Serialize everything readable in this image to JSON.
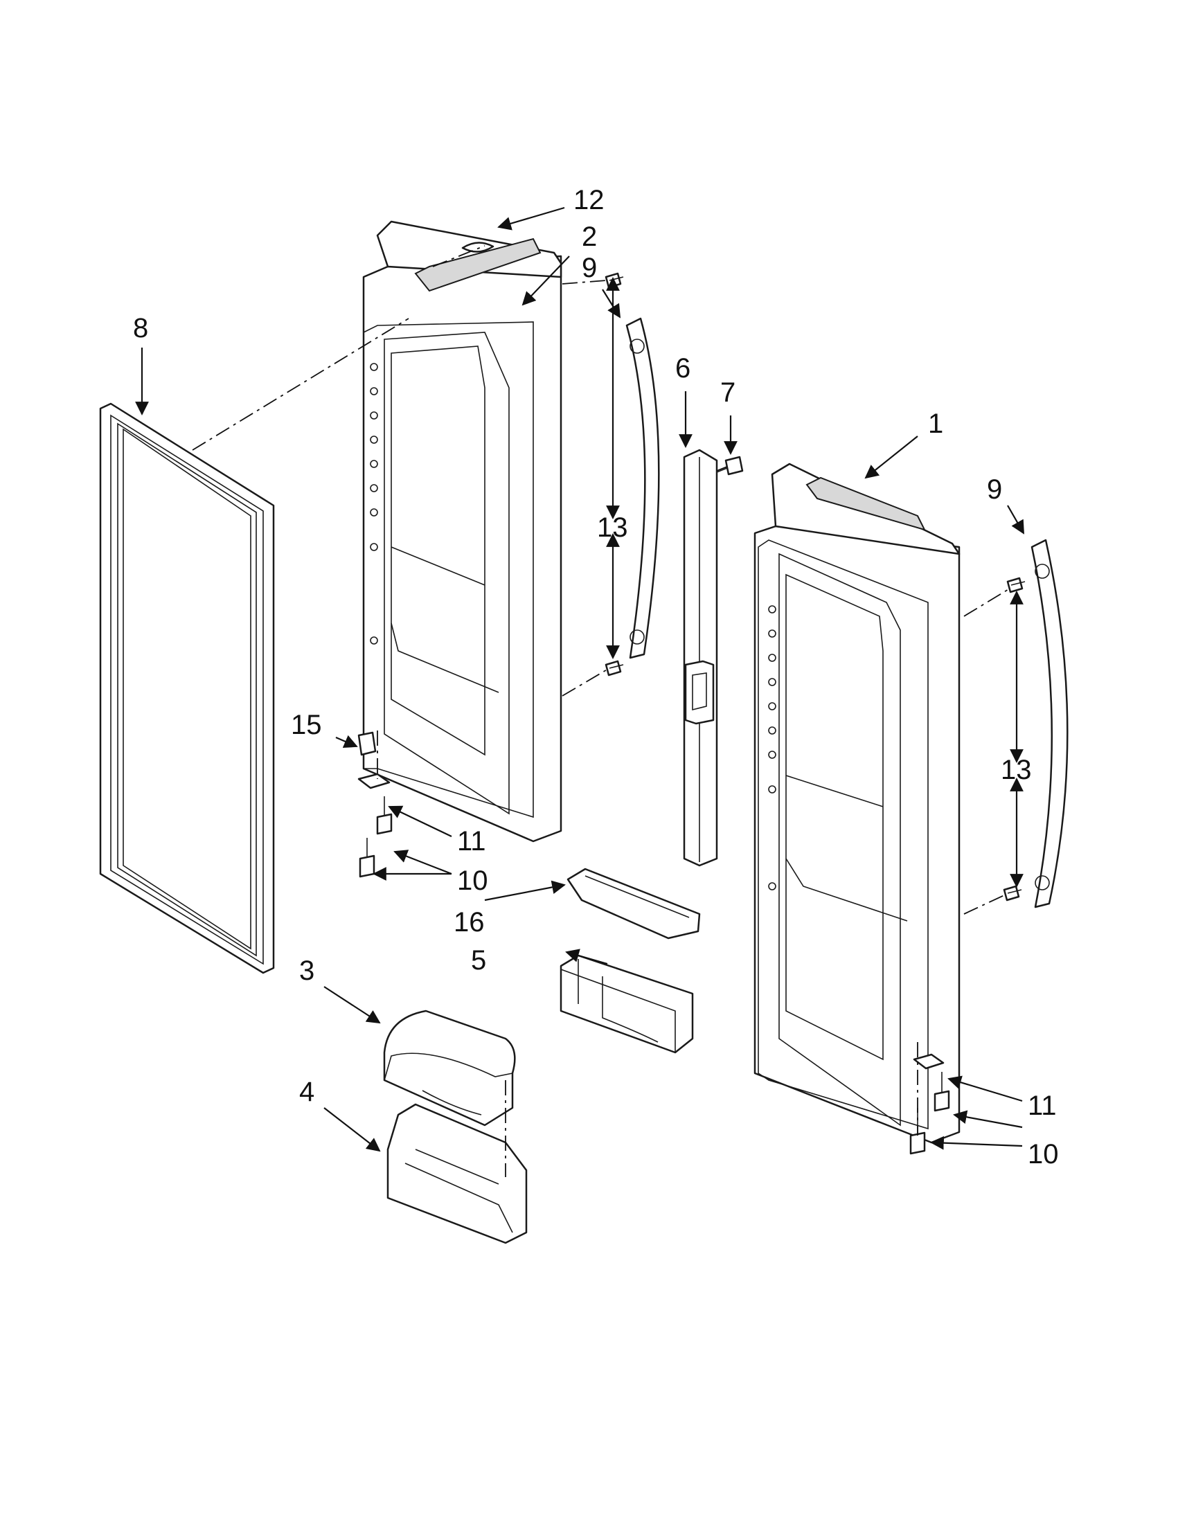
{
  "diagram": {
    "callouts": {
      "c1": "1",
      "c2": "2",
      "c3": "3",
      "c4": "4",
      "c5": "5",
      "c6": "6",
      "c7": "7",
      "c8": "8",
      "c9_left": "9",
      "c9_right": "9",
      "c10_left": "10",
      "c10_right": "10",
      "c11_left": "11",
      "c11_right": "11",
      "c12": "12",
      "c13_left": "13",
      "c13_right": "13",
      "c15": "15",
      "c16": "16"
    },
    "colors": {
      "ink": "#111111",
      "fill": "#ffffff",
      "shade": "#d8d8d8"
    }
  }
}
